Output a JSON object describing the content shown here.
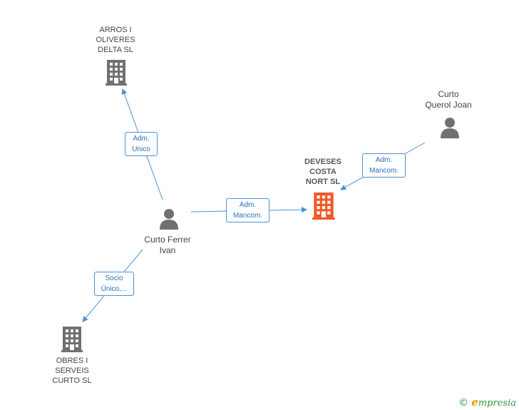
{
  "nodes": {
    "arros": {
      "label": "ARROS I\nOLIVERES\nDELTA SL",
      "kind": "company"
    },
    "deveses": {
      "label": "DEVESES\nCOSTA\nNORT SL",
      "kind": "company-main"
    },
    "obres": {
      "label": "OBRES I\nSERVEIS\nCURTO  SL",
      "kind": "company"
    },
    "curto_ferrer": {
      "label": "Curto Ferrer\nIvan",
      "kind": "person"
    },
    "curto_querol": {
      "label": "Curto\nQuerol Joan",
      "kind": "person"
    }
  },
  "edges": {
    "ferrer_arros": {
      "label": "Adm.\nUnico"
    },
    "ferrer_deveses": {
      "label": "Adm.\nMancom."
    },
    "querol_deveses": {
      "label": "Adm.\nMancom."
    },
    "ferrer_obres": {
      "label": "Socio\nÚnico,..."
    }
  },
  "colors": {
    "edge": "#4a90d9",
    "company_icon": "#707070",
    "main_company_icon": "#f05a28",
    "person_icon": "#707070"
  },
  "watermark": {
    "copyright": "©",
    "brand_initial": "e",
    "brand_rest": "mpresia"
  }
}
